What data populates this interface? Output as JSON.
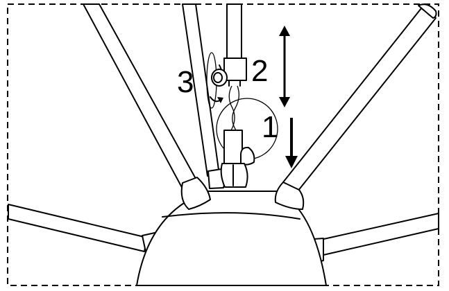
{
  "diagram": {
    "step_labels": [
      {
        "id": "step-1",
        "text": "1"
      },
      {
        "id": "step-2",
        "text": "2"
      },
      {
        "id": "step-3",
        "text": "3"
      }
    ],
    "colors": {
      "line": "#000000",
      "fill": "#ffffff"
    },
    "icons": [
      "double-headed-arrow-icon",
      "down-arrow-icon",
      "rotation-arrow-icon"
    ]
  }
}
